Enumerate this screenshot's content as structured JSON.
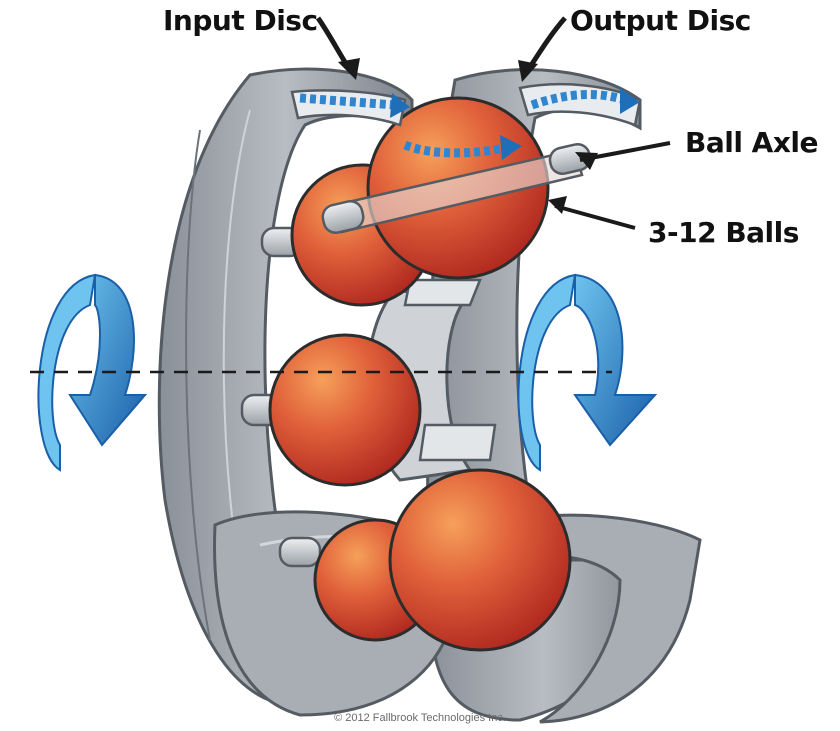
{
  "labels": {
    "input_disc": "Input Disc",
    "output_disc": "Output Disc",
    "ball_axle": "Ball Axle",
    "balls": "3-12 Balls"
  },
  "copyright": "© 2012 Fallbrook Technologies Inc.",
  "colors": {
    "disc_gray": "#9ea3aa",
    "disc_dark": "#6d737b",
    "disc_light": "#d3d7dc",
    "ball_red": "#c9432d",
    "ball_highlight": "#f08a3c",
    "arrow_blue": "#1f6fb8",
    "arrow_light": "#5fb6e8",
    "axle": "#c9cdd2"
  }
}
